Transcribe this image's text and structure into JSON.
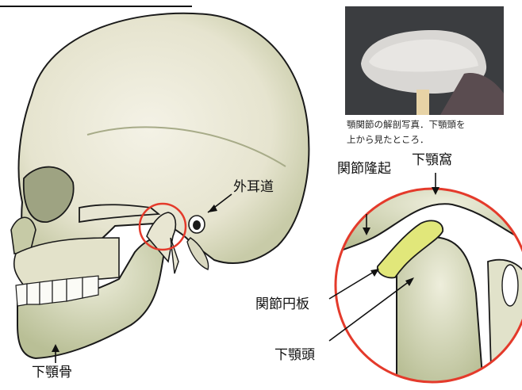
{
  "photo": {
    "caption_line1": "顎関節の解剖写真．下顎頭を",
    "caption_line2": "上から見たところ．"
  },
  "labels": {
    "external_ear_canal": "外耳道",
    "articular_eminence": "関節隆起",
    "mandibular_fossa": "下顎窩",
    "articular_disc": "関節円板",
    "mandibular_head": "下顎頭",
    "mandible": "下顎骨"
  },
  "colors": {
    "bone": "#efedde",
    "bone_shade": "#c3c7a2",
    "outline": "#1a1a1a",
    "highlight_circle": "#e43a2b",
    "disc": "#e1e77a"
  }
}
